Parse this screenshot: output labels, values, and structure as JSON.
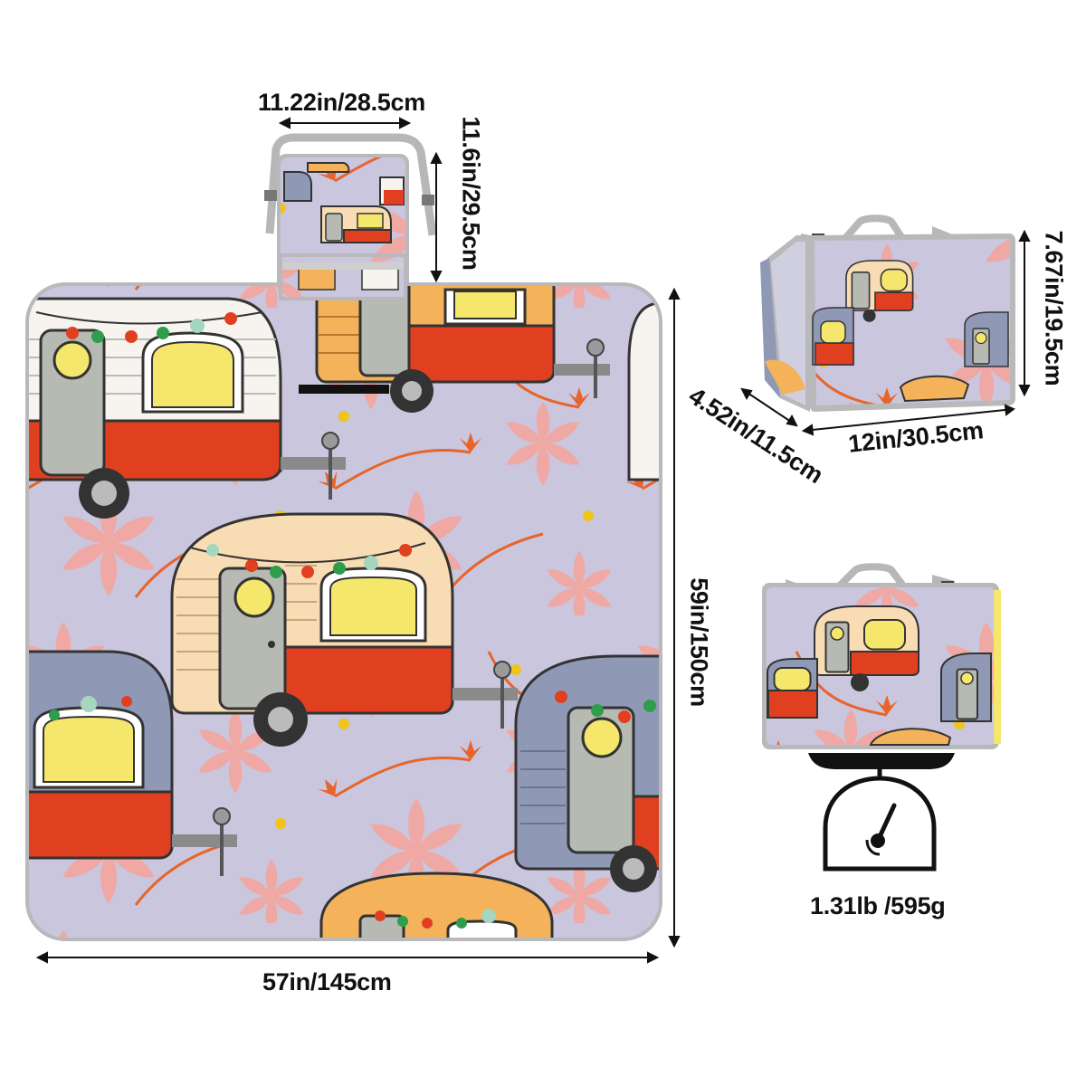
{
  "dimensions": {
    "bag_width": "11.22in/28.5cm",
    "bag_height": "11.6in/29.5cm",
    "mat_width": "57in/145cm",
    "mat_height": "59in/150cm",
    "folded_height": "7.67in/19.5cm",
    "folded_depth": "4.52in/11.5cm",
    "folded_width": "12in/30.5cm",
    "weight": "1.31lb /595g"
  },
  "colors": {
    "background": "#ffffff",
    "mat_base": "#c9c6de",
    "mat_border": "#b9b9bb",
    "petal_pink": "#f3a59c",
    "petal_orange": "#e8642a",
    "camper_red": "#e0401f",
    "camper_cream": "#f7dcb4",
    "camper_white": "#f7f4ef",
    "camper_blue": "#8f99b6",
    "camper_orange": "#f4b35a",
    "door_gray": "#b6bab2",
    "window_yellow": "#f5e66c",
    "strap_gray": "#b7b7b7",
    "scale_black": "#111111"
  },
  "icons": {
    "weight": "hanging-scale-icon"
  }
}
